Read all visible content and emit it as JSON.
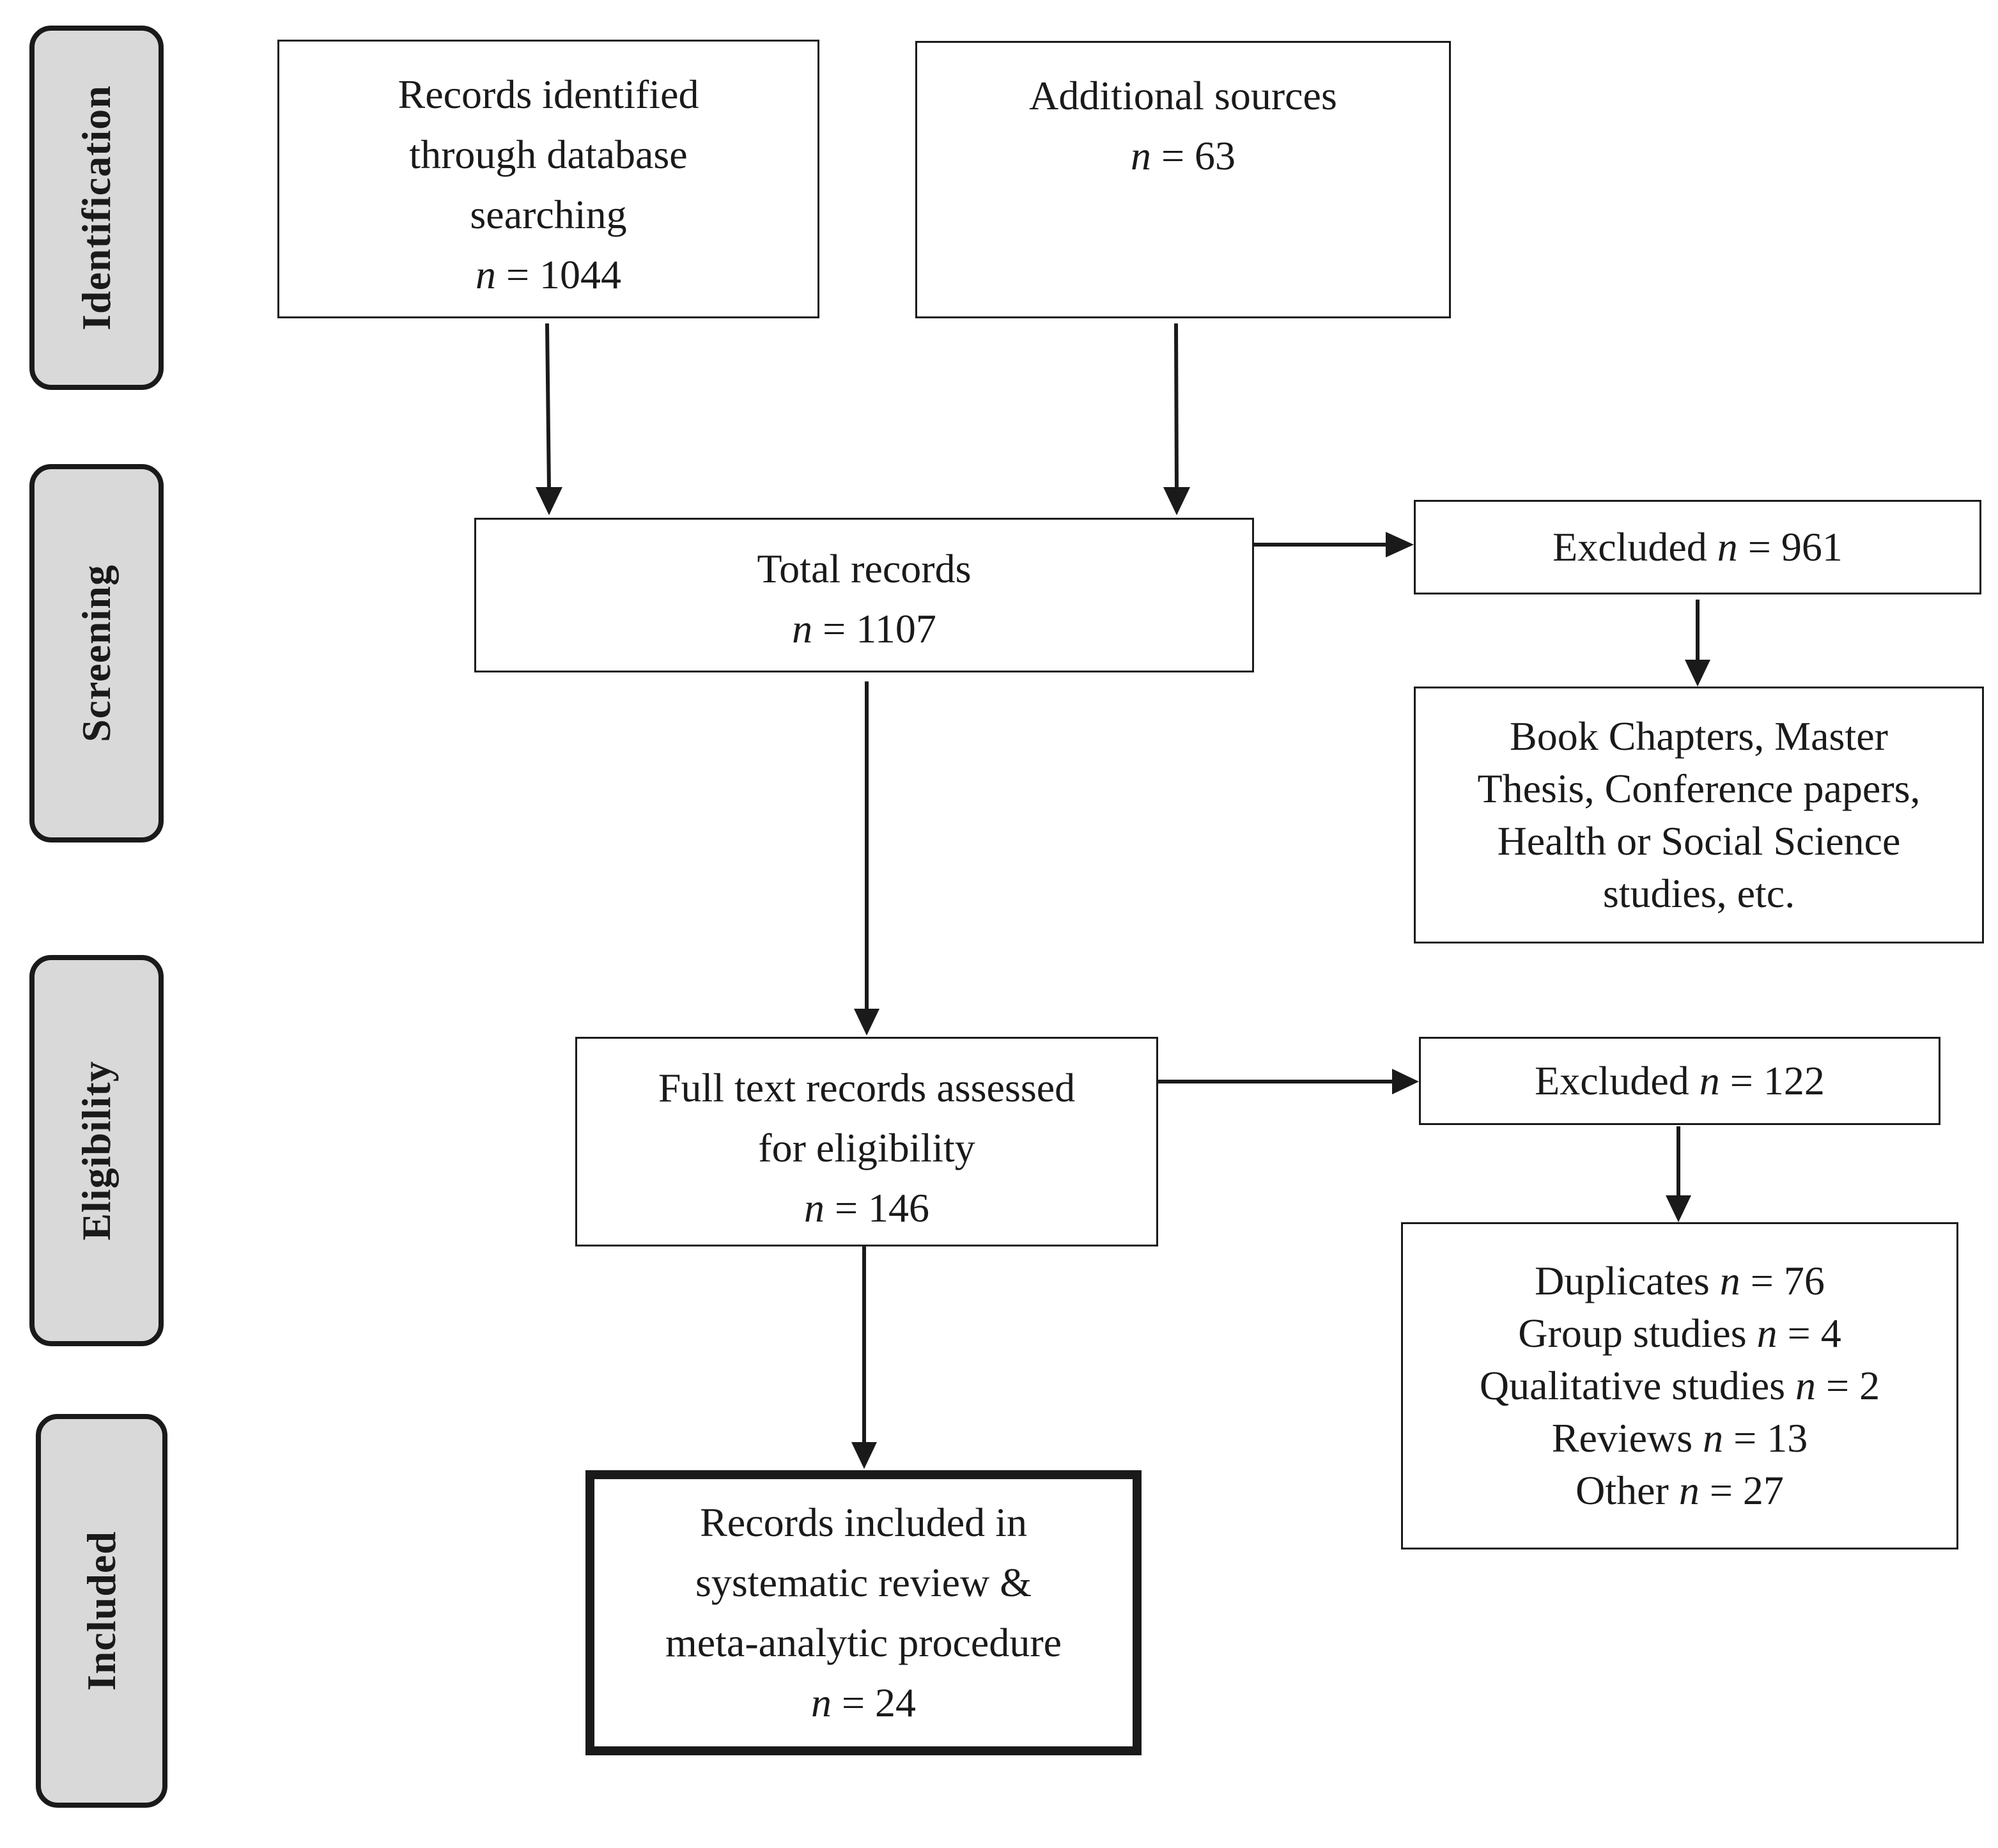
{
  "stages": {
    "identification": "Identification",
    "screening": "Screening",
    "eligibility": "Eligibility",
    "included": "Included"
  },
  "boxes": {
    "database": {
      "lines": [
        "Records identified",
        "through database",
        "searching"
      ],
      "count_label": "n",
      "count_rest": " = 1044"
    },
    "additional": {
      "lines": [
        "Additional sources"
      ],
      "count_label": "n",
      "count_rest": " = 63"
    },
    "total": {
      "lines": [
        "Total records"
      ],
      "count_label": "n",
      "count_rest": " = 1107"
    },
    "excluded_screening": {
      "prefix": "Excluded ",
      "count_label": "n",
      "count_rest": " = 961"
    },
    "excluded_screening_detail": {
      "lines": [
        "Book Chapters, Master",
        "Thesis, Conference papers,",
        "Health or Social Science",
        "studies, etc."
      ]
    },
    "fulltext": {
      "lines": [
        "Full text records assessed",
        "for eligibility"
      ],
      "count_label": "n",
      "count_rest": " = 146"
    },
    "excluded_eligibility": {
      "prefix": "Excluded ",
      "count_label": "n",
      "count_rest": " = 122"
    },
    "excluded_eligibility_detail": {
      "rows": [
        {
          "label": "Duplicates ",
          "n": "n",
          "rest": " = 76"
        },
        {
          "label": "Group studies ",
          "n": "n",
          "rest": " = 4"
        },
        {
          "label": "Qualitative studies ",
          "n": "n",
          "rest": " = 2"
        },
        {
          "label": "Reviews ",
          "n": "n",
          "rest": " = 13"
        },
        {
          "label": "Other ",
          "n": "n",
          "rest": " = 27"
        }
      ]
    },
    "included": {
      "lines": [
        "Records included in",
        "systematic review &",
        "meta-analytic procedure"
      ],
      "count_label": "n",
      "count_rest": " = 24"
    }
  }
}
